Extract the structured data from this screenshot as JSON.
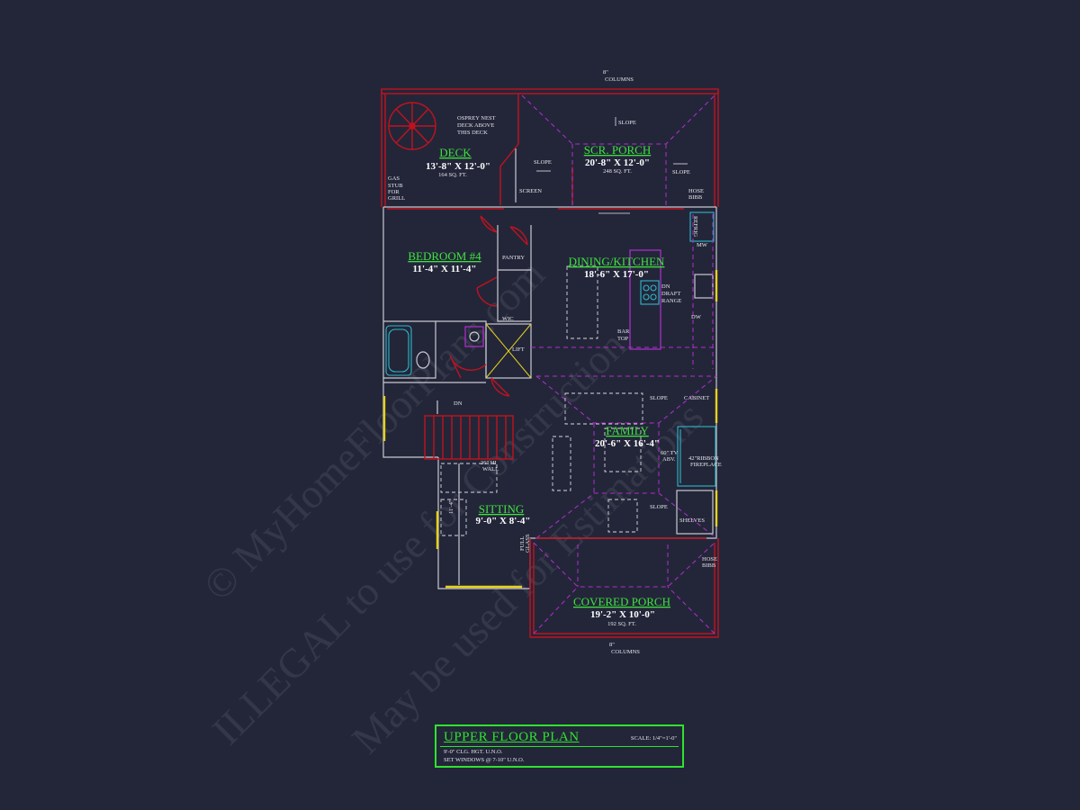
{
  "watermark": {
    "line1": "© MyHomeFloorPlans.com",
    "line2": "ILLEGAL to use for Construction",
    "line3": "May be used for Estimations"
  },
  "rooms": {
    "deck": {
      "name": "DECK",
      "dims": "13'-8\" X 12'-0\"",
      "area": "164 SQ. FT."
    },
    "scr_porch": {
      "name": "SCR. PORCH",
      "dims": "20'-8\" X 12'-0\"",
      "area": "248 SQ. FT."
    },
    "bedroom4": {
      "name": "BEDROOM #4",
      "dims": "11'-4\" X 11'-4\""
    },
    "dining_kitchen": {
      "name": "DINING/KITCHEN",
      "dims": "18'-6\" X 17'-0\""
    },
    "family": {
      "name": "FAMILY",
      "dims": "20'-6\" X 16'-4\""
    },
    "sitting": {
      "name": "SITTING",
      "dims": "9'-0\" X 8'-4\""
    },
    "covered_porch": {
      "name": "COVERED PORCH",
      "dims": "19'-2\" X 10'-0\"",
      "area": "192 SQ. FT."
    }
  },
  "notes": {
    "top_columns": [
      "8\"",
      "COLUMNS"
    ],
    "bottom_columns": [
      "8\"",
      "COLUMNS"
    ],
    "osprey": [
      "OSPREY NEST",
      "DECK ABOVE",
      "THIS DECK"
    ],
    "gas_stub": [
      "GAS",
      "STUB",
      "FOR",
      "GRILL"
    ],
    "hose_bibb_top": [
      "HOSE",
      "BIBB"
    ],
    "hose_bibb_bottom": [
      "HOSE",
      "BIBB"
    ],
    "slope": "SLOPE",
    "screen": "SCREEN",
    "pantry": "PANTRY",
    "wic": "WIC",
    "lift": "LIFT",
    "refrig": "REFRIG",
    "mw": "MW",
    "dn_draft_range": [
      "DN",
      "DRAFT",
      "RANGE"
    ],
    "dw": "DW",
    "bar_top": [
      "BAR",
      "TOP"
    ],
    "cabinet": "CABINET",
    "tv": [
      "60\" TV",
      "ABV."
    ],
    "fireplace": [
      "42\"RIBBON",
      "FIREPLACE"
    ],
    "shelves": "SHELVES",
    "dn": "DN",
    "wall_36": [
      "36\" HI",
      "WALL"
    ],
    "full_glass": [
      "FULL",
      "GLASS"
    ],
    "dim_11_4": "11'-4\""
  },
  "title_block": {
    "title": "UPPER FLOOR PLAN",
    "scale": "SCALE: 1/4\"=1'-0\"",
    "note1": "9'-0\" CLG. HGT. U.N.O.",
    "note2": "SET WINDOWS @ 7-10\" U.N.O."
  },
  "colors": {
    "background": "#232639",
    "room_label": "#3fe23f",
    "exterior_wall": "#c1121f",
    "ceiling_line": "#b22fd0",
    "fixture": "#2fb7c9",
    "window": "#e6d21e"
  }
}
